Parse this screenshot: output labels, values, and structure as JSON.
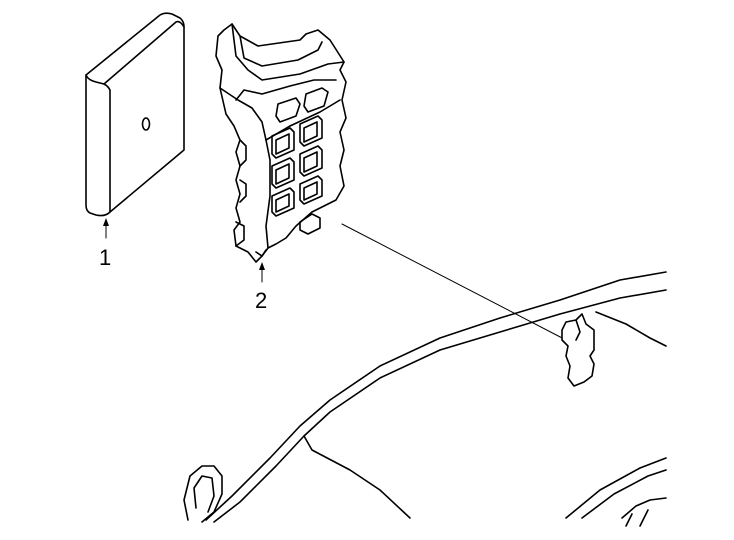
{
  "callouts": [
    {
      "id": "1",
      "label": "1",
      "part": "module-cover"
    },
    {
      "id": "2",
      "label": "2",
      "part": "fuse-relay-box"
    }
  ],
  "colors": {
    "line": "#000000",
    "background": "#ffffff"
  }
}
